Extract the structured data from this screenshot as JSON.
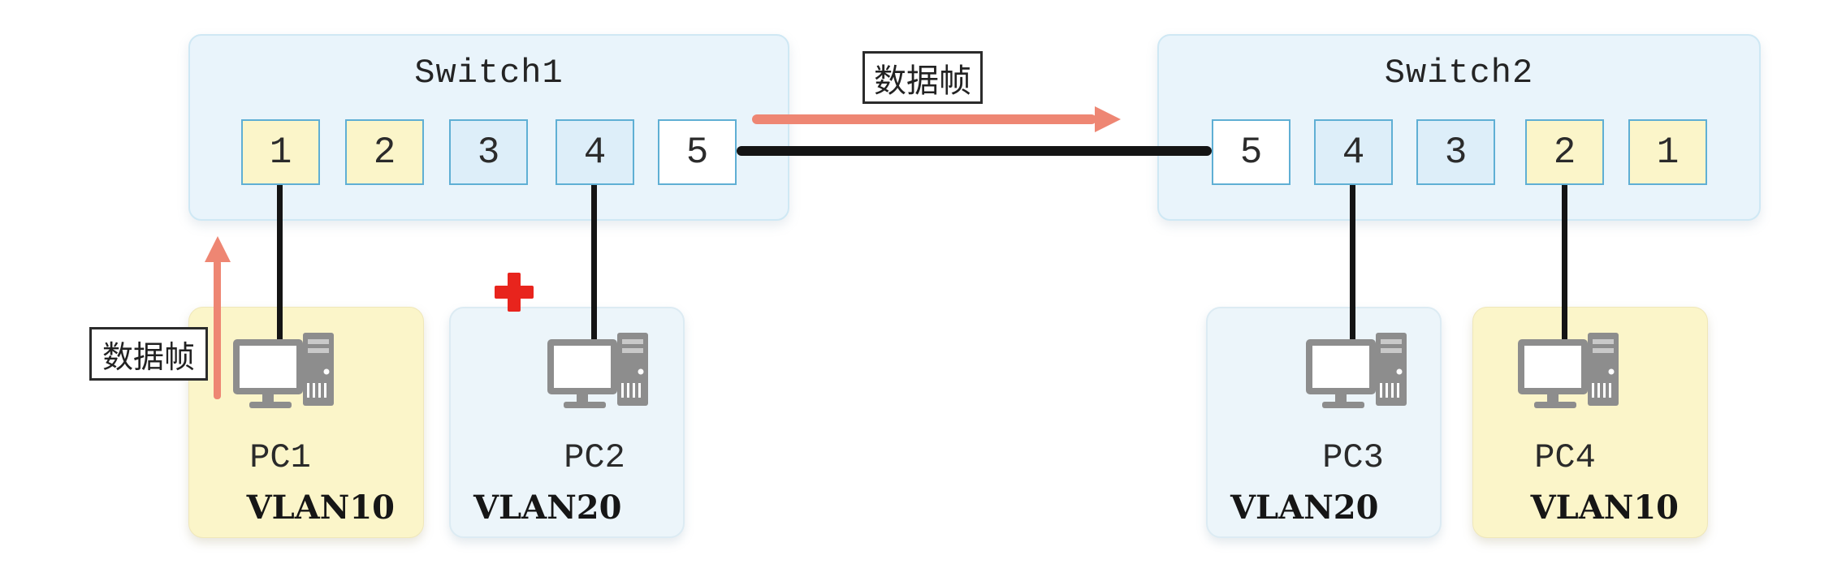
{
  "switch1": {
    "title": "Switch1",
    "ports": [
      {
        "label": "1",
        "vlan": "VLAN10"
      },
      {
        "label": "2",
        "vlan": "VLAN10"
      },
      {
        "label": "3",
        "vlan": "VLAN20"
      },
      {
        "label": "4",
        "vlan": "VLAN20"
      },
      {
        "label": "5",
        "vlan": "trunk"
      }
    ]
  },
  "switch2": {
    "title": "Switch2",
    "ports": [
      {
        "label": "5",
        "vlan": "trunk"
      },
      {
        "label": "4",
        "vlan": "VLAN20"
      },
      {
        "label": "3",
        "vlan": "VLAN20"
      },
      {
        "label": "2",
        "vlan": "VLAN10"
      },
      {
        "label": "1",
        "vlan": "VLAN10"
      }
    ]
  },
  "pcs": [
    {
      "name": "PC1",
      "vlan": "VLAN10"
    },
    {
      "name": "PC2",
      "vlan": "VLAN20"
    },
    {
      "name": "PC3",
      "vlan": "VLAN20"
    },
    {
      "name": "PC4",
      "vlan": "VLAN10"
    }
  ],
  "labels": {
    "data_frame_top": "数据帧",
    "data_frame_left": "数据帧"
  },
  "connections": [
    {
      "from": "PC1",
      "to": "Switch1 port 1",
      "type": "access"
    },
    {
      "from": "PC2",
      "to": "Switch1 port 4",
      "type": "access"
    },
    {
      "from": "Switch1 port 5",
      "to": "Switch2 port 5",
      "type": "trunk"
    },
    {
      "from": "PC3",
      "to": "Switch2 port 4",
      "type": "access"
    },
    {
      "from": "PC4",
      "to": "Switch2 port 2",
      "type": "access"
    }
  ],
  "icons": {
    "pc_icon": "desktop-computer-icon",
    "blocked_icon": "red-cross-icon",
    "frame_flow_icons": "salmon-arrow-icons"
  },
  "colors": {
    "vlan10_fill": "#fbf5c9",
    "vlan20_fill": "#ddeef9",
    "trunk_port_fill": "#ffffff",
    "port_border": "#5fafd4",
    "switch_fill": "#e9f4fb",
    "pc_group_vlan20_fill": "#ecf5fa",
    "cable": "#141414",
    "arrow_salmon": "#ee8673",
    "blocked_red": "#e8241d"
  }
}
